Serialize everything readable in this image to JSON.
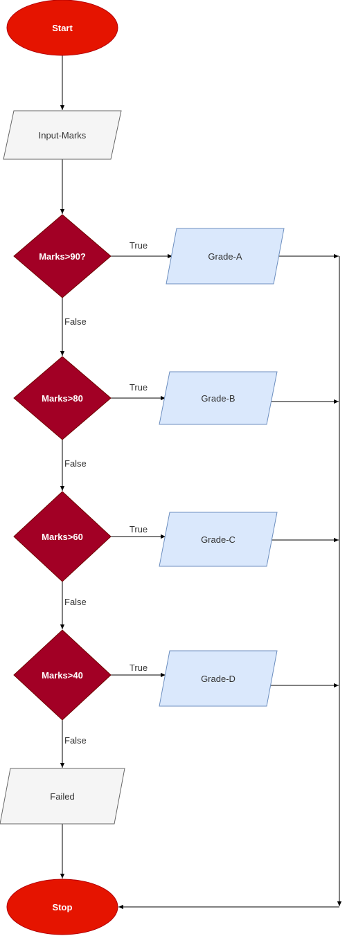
{
  "colors": {
    "terminal_fill": "#e51400",
    "terminal_stroke": "#b20000",
    "terminal_text": "#ffffff",
    "decision_fill": "#a20025",
    "decision_stroke": "#6f0000",
    "decision_text": "#ffffff",
    "grade_fill": "#dae8fc",
    "grade_stroke": "#6c8ebf",
    "grade_text": "#333333",
    "io_fill": "#f5f5f5",
    "io_stroke": "#666666",
    "io_text": "#333333",
    "connector": "#000000"
  },
  "nodes": {
    "start": "Start",
    "input": "Input-Marks",
    "decision_90": "Marks>90?",
    "decision_80": "Marks>80",
    "decision_60": "Marks>60",
    "decision_40": "Marks>40",
    "grade_a": "Grade-A",
    "grade_b": "Grade-B",
    "grade_c": "Grade-C",
    "grade_d": "Grade-D",
    "failed": "Failed",
    "stop": "Stop"
  },
  "edge_labels": {
    "true_90": "True",
    "true_80": "True",
    "true_60": "True",
    "true_40": "True",
    "false_90": "False",
    "false_80": "False",
    "false_60": "False",
    "false_40": "False"
  }
}
